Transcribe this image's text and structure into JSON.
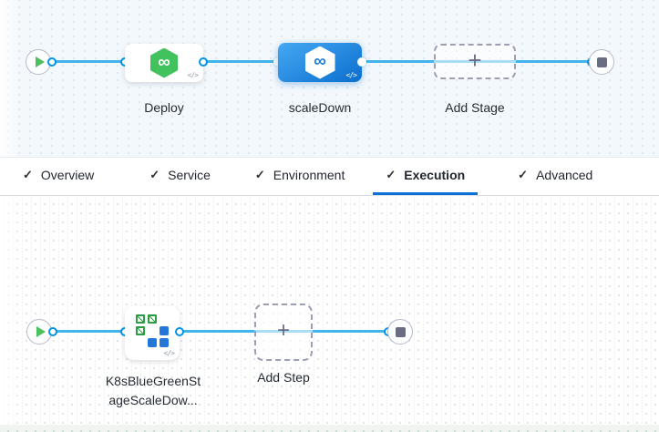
{
  "icons": {
    "code": "</>",
    "check": "✓",
    "infinity": "∞",
    "plus": "+"
  },
  "colors": {
    "line_blue": "#42B4EC",
    "port_blue": "#0092E4",
    "tab_underline": "#0B71D6",
    "selected_stage_gradient": [
      "#45A8F3",
      "#0B6ECD"
    ],
    "cd_icon_green": "#42C25C",
    "k8s_green": "#2E9E44",
    "k8s_blue": "#2477D8",
    "canvas_top_bg": "#F3F8FC",
    "canvas_bottom_bg": "#FFFFFF"
  },
  "stage_row": {
    "stages": [
      {
        "name": "Deploy",
        "icon": "cd-hexagon-infinity",
        "selected": false
      },
      {
        "name": "scaleDown",
        "icon": "cd-hexagon-infinity",
        "selected": true
      }
    ],
    "add_stage": {
      "label": "Add Stage"
    }
  },
  "tabs": [
    {
      "label": "Overview",
      "checked": true,
      "active": false
    },
    {
      "label": "Service",
      "checked": true,
      "active": false
    },
    {
      "label": "Environment",
      "checked": true,
      "active": false
    },
    {
      "label": "Execution",
      "checked": true,
      "active": true
    },
    {
      "label": "Advanced",
      "checked": true,
      "active": false
    }
  ],
  "step_row": {
    "steps": [
      {
        "name_lines": [
          "K8sBlueGreenSt",
          "ageScaleDow..."
        ],
        "icon": "k8s-blue-green"
      }
    ],
    "add_step": {
      "label": "Add Step"
    }
  }
}
